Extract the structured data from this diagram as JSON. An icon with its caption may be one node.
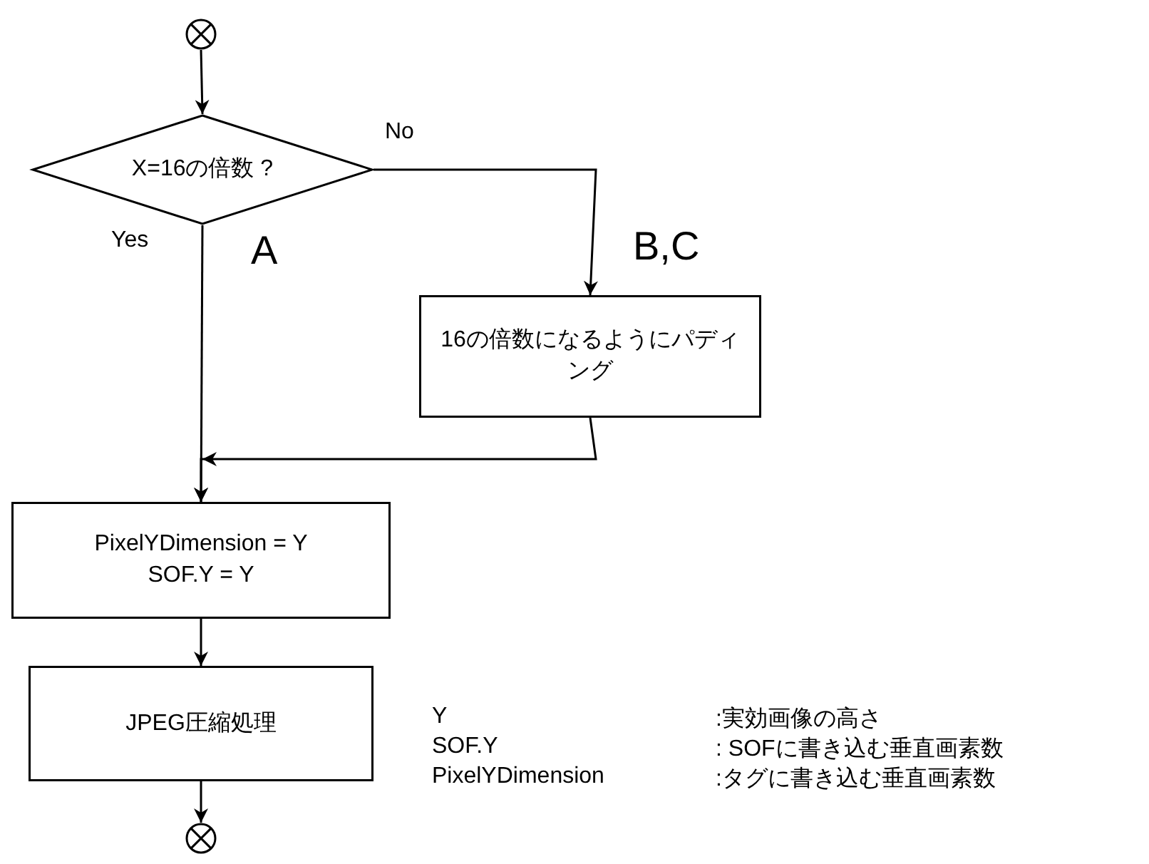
{
  "diagram": {
    "nodes": [
      {
        "text": [],
        "shape": "circle"
      },
      {
        "text": [
          "X=16の倍数 ?"
        ]
      },
      {
        "text": [
          "16の倍数になるようにパディング"
        ]
      },
      {
        "text": [
          "PixelYDimension = Y",
          "SOF.Y = Y"
        ]
      },
      {
        "text": [
          "JPEG圧縮処理"
        ]
      },
      {
        "text": [],
        "shape": "circle"
      }
    ],
    "edges": [
      {
        "from": 0,
        "to": 1,
        "arrow": "to"
      },
      {
        "from": 1,
        "to": 2,
        "arrow": "to",
        "label": "No"
      },
      {
        "from": 1,
        "to": 3,
        "arrow": "to",
        "label": "Yes"
      },
      {
        "from": 2,
        "to": 3,
        "arrow": "to"
      },
      {
        "from": 3,
        "to": 4,
        "arrow": "to"
      },
      {
        "from": 4,
        "to": 5,
        "arrow": "to"
      }
    ],
    "labels": [
      "A",
      "B,C",
      "Y",
      ":実効画像の高さ",
      "SOF.Y",
      ": SOFに書き込む垂直画素数",
      "PixelYDimension",
      ":タグに書き込む垂直画素数"
    ]
  }
}
